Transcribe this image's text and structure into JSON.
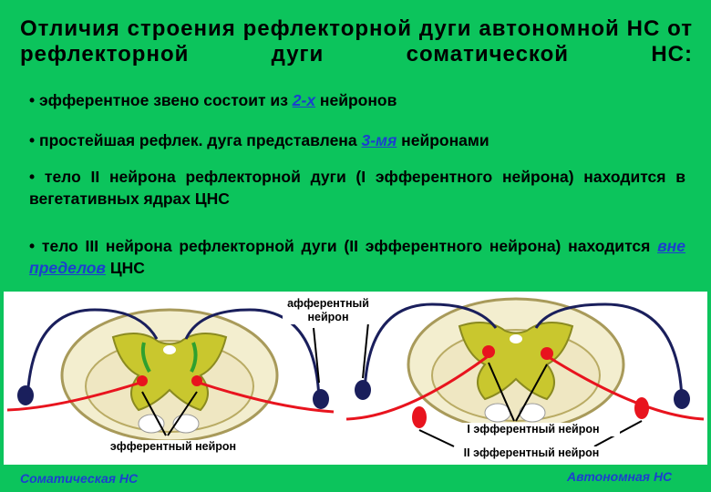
{
  "title": "Отличия строения рефлекторной дуги автономной НС от рефлекторной дуги соматической НС:",
  "bullets": [
    {
      "pre": "эфферентное звено состоит из ",
      "hl": "2-х",
      "post": " нейронов"
    },
    {
      "pre": "простейшая рефлек. дуга представлена ",
      "hl": "3-мя",
      "post": " нейронами"
    },
    {
      "pre": "тело II нейрона рефлекторной дуги (I эфферентного нейрона) находится в вегетативных ядрах ЦНС",
      "hl": "",
      "post": ""
    },
    {
      "pre": "тело III нейрона рефлекторной дуги (II эфферентного нейрона) находится ",
      "hl": "вне пределов",
      "post": " ЦНС"
    }
  ],
  "labels": {
    "afferent": "афферентный нейрон",
    "efferent": "эфферентный нейрон",
    "efferent1": "I эфферентный нейрон",
    "efferent2": "II эфферентный нейрон",
    "somatic": "Соматическая НС",
    "autonomic": "Автономная НС"
  },
  "colors": {
    "background": "#0cc45c",
    "highlight": "#1c3fcf",
    "neuron_red": "#e8141e",
    "neuron_blue": "#1a1f5c",
    "gray_matter": "#c9c72e"
  }
}
